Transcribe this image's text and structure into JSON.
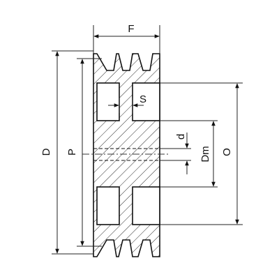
{
  "diagram": {
    "labels": {
      "face_width": "F",
      "outer_diameter": "D",
      "pitch_diameter": "P",
      "web_thickness": "S",
      "bore": "d",
      "hub_diameter": "Dm",
      "hole_circle": "O"
    },
    "grooves": 3,
    "colors": {
      "line": "#111111",
      "background": "#ffffff"
    }
  }
}
